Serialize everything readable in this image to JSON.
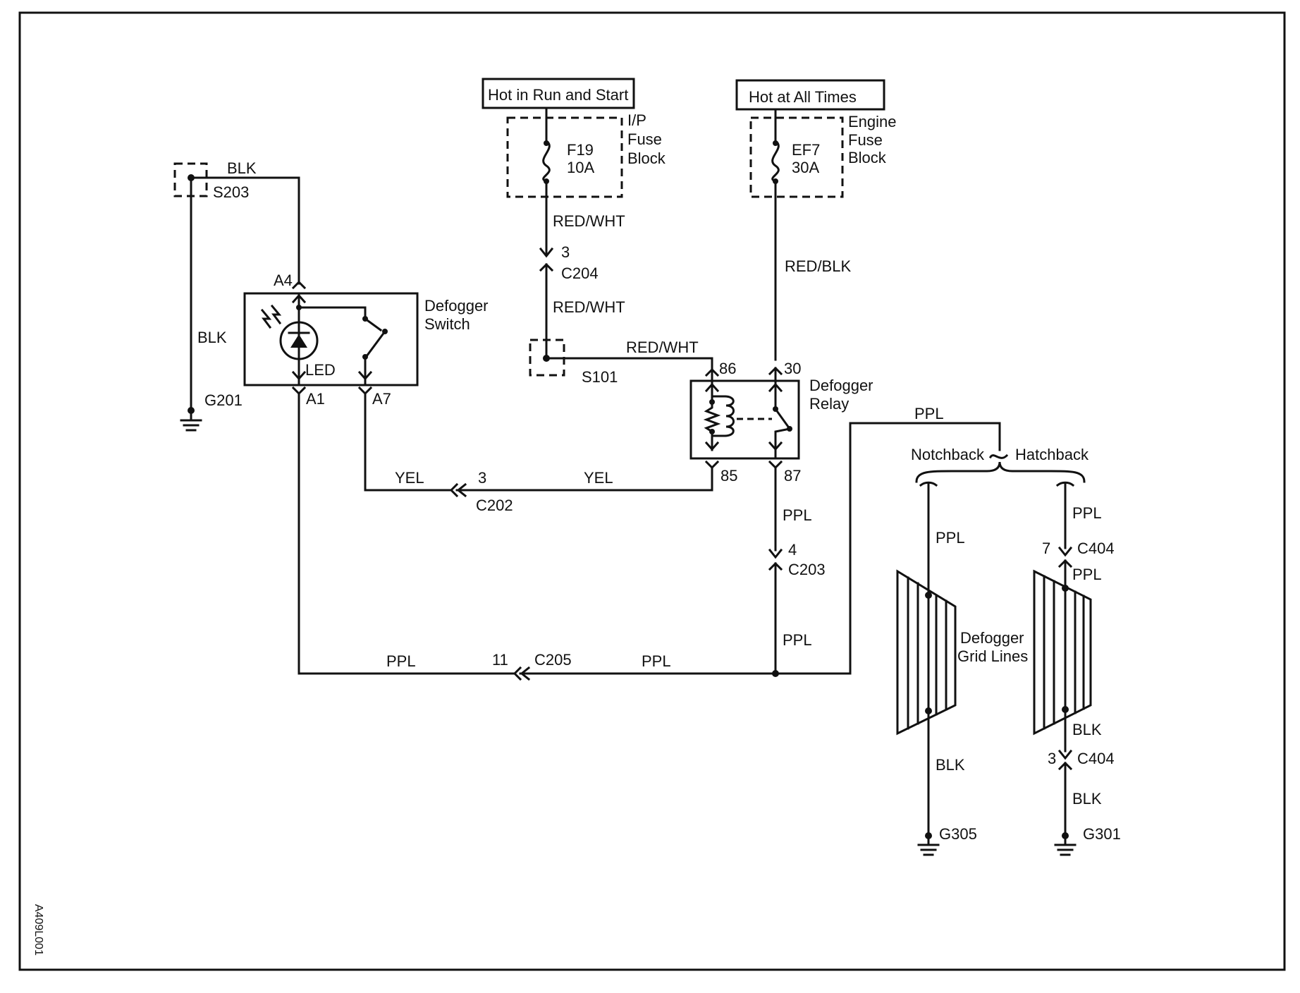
{
  "sources": {
    "run_start": "Hot in Run and Start",
    "all_times": "Hot at All Times"
  },
  "fuses": {
    "ip_block": [
      "I/P",
      "Fuse",
      "Block"
    ],
    "ip_fuse": [
      "F19",
      "10A"
    ],
    "engine_block": [
      "Engine",
      "Fuse",
      "Block"
    ],
    "engine_fuse": [
      "EF7",
      "30A"
    ]
  },
  "wires": {
    "blk": "BLK",
    "red_wht": "RED/WHT",
    "red_blk": "RED/BLK",
    "yel": "YEL",
    "ppl": "PPL"
  },
  "splices": {
    "s203": "S203",
    "s101": "S101"
  },
  "connectors": {
    "c204": "C204",
    "c202": "C202",
    "c203": "C203",
    "c205": "C205",
    "c404_top": "C404",
    "c404_bottom": "C404"
  },
  "pins": {
    "c204": "3",
    "c202": "3",
    "c203": "4",
    "c205": "11",
    "c404_top": "7",
    "c404_bottom": "3",
    "a4": "A4",
    "a1": "A1",
    "a7": "A7",
    "r86": "86",
    "r30": "30",
    "r85": "85",
    "r87": "87"
  },
  "components": {
    "switch": [
      "Defogger",
      "Switch"
    ],
    "led": "LED",
    "relay": [
      "Defogger",
      "Relay"
    ],
    "grid": [
      "Defogger",
      "Grid Lines"
    ]
  },
  "grounds": {
    "g201": "G201",
    "g305": "G305",
    "g301": "G301"
  },
  "variants": {
    "notchback": "Notchback",
    "hatchback": "Hatchback"
  },
  "figure_id": "A409L001"
}
